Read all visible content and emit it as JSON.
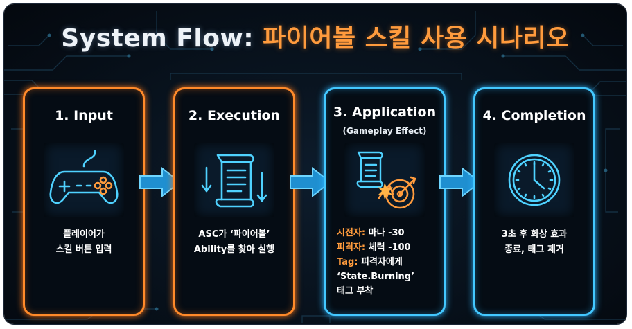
{
  "title": {
    "prefix": "System Flow:",
    "main": "파이어볼 스킬 사용 시나리오"
  },
  "colors": {
    "orange": "#ff8a2a",
    "blue": "#43c8ff",
    "background": "#07101a"
  },
  "steps": [
    {
      "title": "1. Input",
      "icon": "gamepad-icon",
      "lines": [
        "플레이어가",
        "스킬 버튼 입력"
      ]
    },
    {
      "title": "2. Execution",
      "icon": "scroll-icon",
      "lines": [
        "ASC가 ‘파이어볼’",
        "Ability를 찾아 실행"
      ]
    },
    {
      "title": "3. Application",
      "subtitle": "(Gameplay Effect)",
      "icon": "scroll-target-icon",
      "entries": [
        {
          "key": "시전자:",
          "value": "마나 -30"
        },
        {
          "key": "피격자:",
          "value": "체력 -100"
        },
        {
          "key": "Tag:",
          "value": "피격자에게"
        }
      ],
      "extra_lines": [
        "‘State.Burning’",
        "태그 부착"
      ]
    },
    {
      "title": "4. Completion",
      "icon": "clock-icon",
      "lines": [
        "3초 후 화상 효과",
        "종료, 태그 제거"
      ]
    }
  ]
}
